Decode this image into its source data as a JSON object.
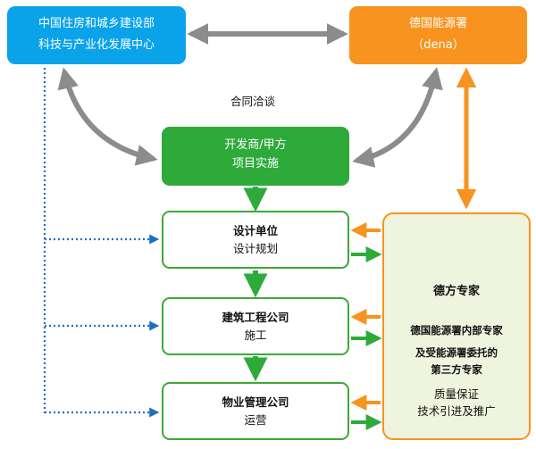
{
  "nodes": {
    "mohurd": {
      "line1": "中国住房和城乡建设部",
      "line2": "科技与产业化发展中心"
    },
    "dena": {
      "line1": "德国能源署",
      "line2": "（dena）"
    },
    "developer": {
      "line1": "开发商/甲方",
      "line2": "项目实施"
    },
    "design": {
      "line1": "设计单位",
      "line2": "设计规划"
    },
    "construction": {
      "line1": "建筑工程公司",
      "line2": "施工"
    },
    "property": {
      "line1": "物业管理公司",
      "line2": "运营"
    },
    "experts": {
      "title": "德方专家",
      "line1": "德国能源署内部专家",
      "line2": "及受能源署委托的",
      "line3": "第三方专家",
      "line4": "质量保证",
      "line5": "技术引进及推广"
    }
  },
  "labels": {
    "negotiation": "合同洽谈"
  },
  "colors": {
    "blue": "#0aa3ea",
    "orange": "#f7931e",
    "green": "#2eaa3a",
    "gray_arrow": "#8c8c8c",
    "expert_fill": "#eef4de"
  }
}
